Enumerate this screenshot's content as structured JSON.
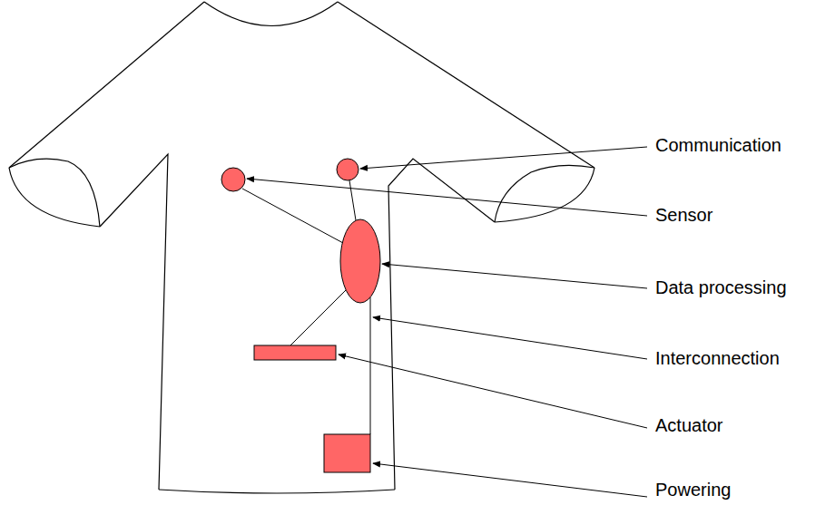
{
  "diagram": {
    "labels": [
      "Communication",
      "Sensor",
      "Data processing",
      "Interconnection",
      "Actuator",
      "Powering"
    ]
  }
}
